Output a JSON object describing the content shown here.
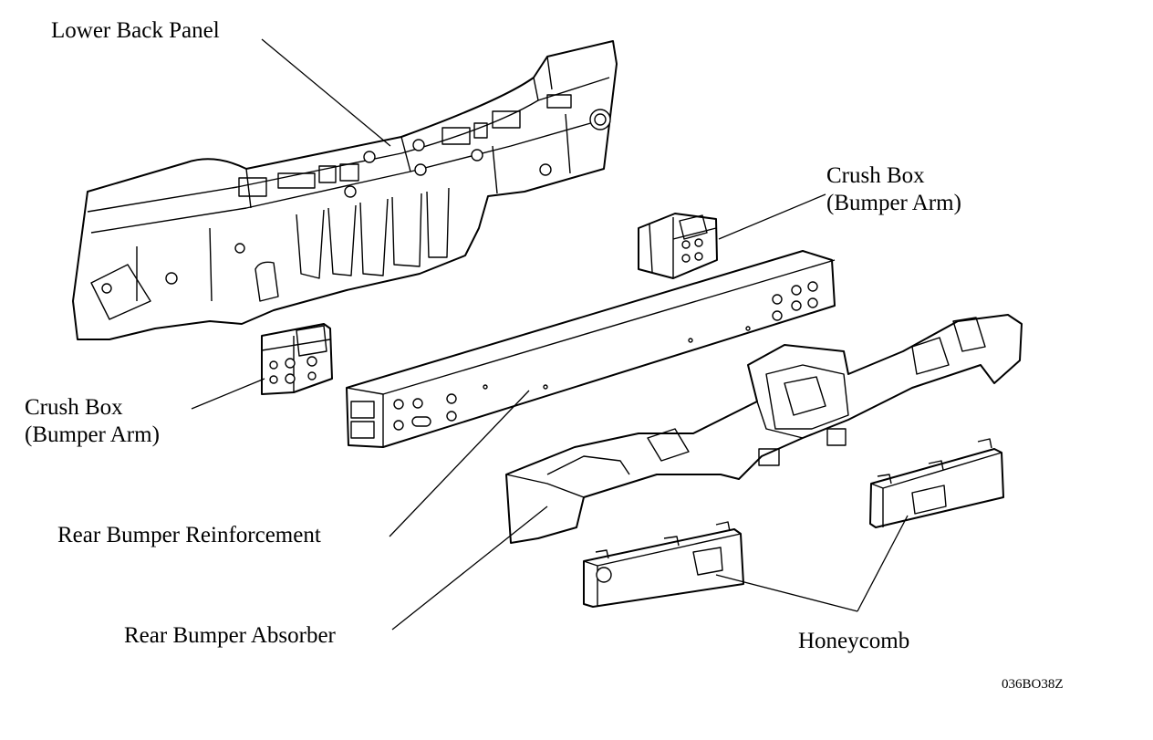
{
  "diagram": {
    "labels": {
      "lower_back_panel": "Lower Back Panel",
      "crush_box_right_line1": "Crush Box",
      "crush_box_right_line2": "(Bumper Arm)",
      "crush_box_left_line1": "Crush Box",
      "crush_box_left_line2": "(Bumper Arm)",
      "rear_bumper_reinforcement": "Rear Bumper Reinforcement",
      "rear_bumper_absorber": "Rear Bumper Absorber",
      "honeycomb": "Honeycomb"
    },
    "figure_code": "036BO38Z"
  }
}
